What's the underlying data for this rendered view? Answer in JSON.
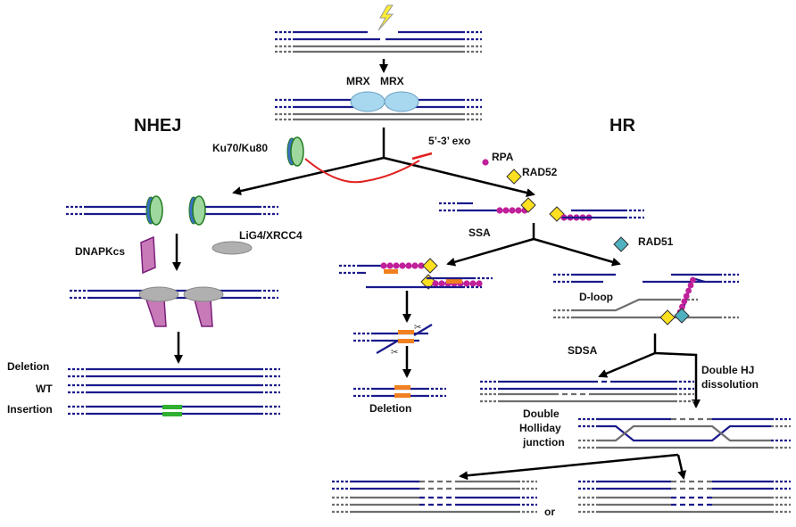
{
  "colors": {
    "strand": "#1a1a8c",
    "grey": "#6e6e6e",
    "red": "#e02020",
    "ku": "#1f7a1f",
    "ku_fill": "#9fd89f",
    "ku_blue": "#3a6fc4",
    "rpa": "#c0209a",
    "rad52": "#ffe020",
    "rad51": "#4fb0c0",
    "dnapk": "#7a1f7a",
    "ligase": "#b0b0b0",
    "mrx": "#a8d8f0",
    "orange": "#f08020",
    "green": "#30b030"
  },
  "icons": {
    "lightning": "lightning-bolt-icon",
    "cut": "scissors-icon"
  },
  "labels": {
    "mrx_left": "MRX",
    "mrx_right": "MRX",
    "nhej": "NHEJ",
    "hr": "HR",
    "ku": "Ku70/Ku80",
    "exo": "5’-3’ exo",
    "rpa": "RPA",
    "rad52": "RAD52",
    "dnapkcs": "DNAPKcs",
    "lig4": "LiG4/XRCC4",
    "ssa": "SSA",
    "rad51": "RAD51",
    "dloop": "D-loop",
    "deletion_nhej": "Deletion",
    "wt": "WT",
    "insertion": "Insertion",
    "deletion_ssa": "Deletion",
    "sdsa": "SDSA",
    "double_hj_dissolution_1": "Double HJ",
    "double_hj_dissolution_2": "dissolution",
    "double_holliday_1": "Double",
    "double_holliday_2": "Holliday",
    "double_holliday_3": "junction",
    "or": "or"
  }
}
